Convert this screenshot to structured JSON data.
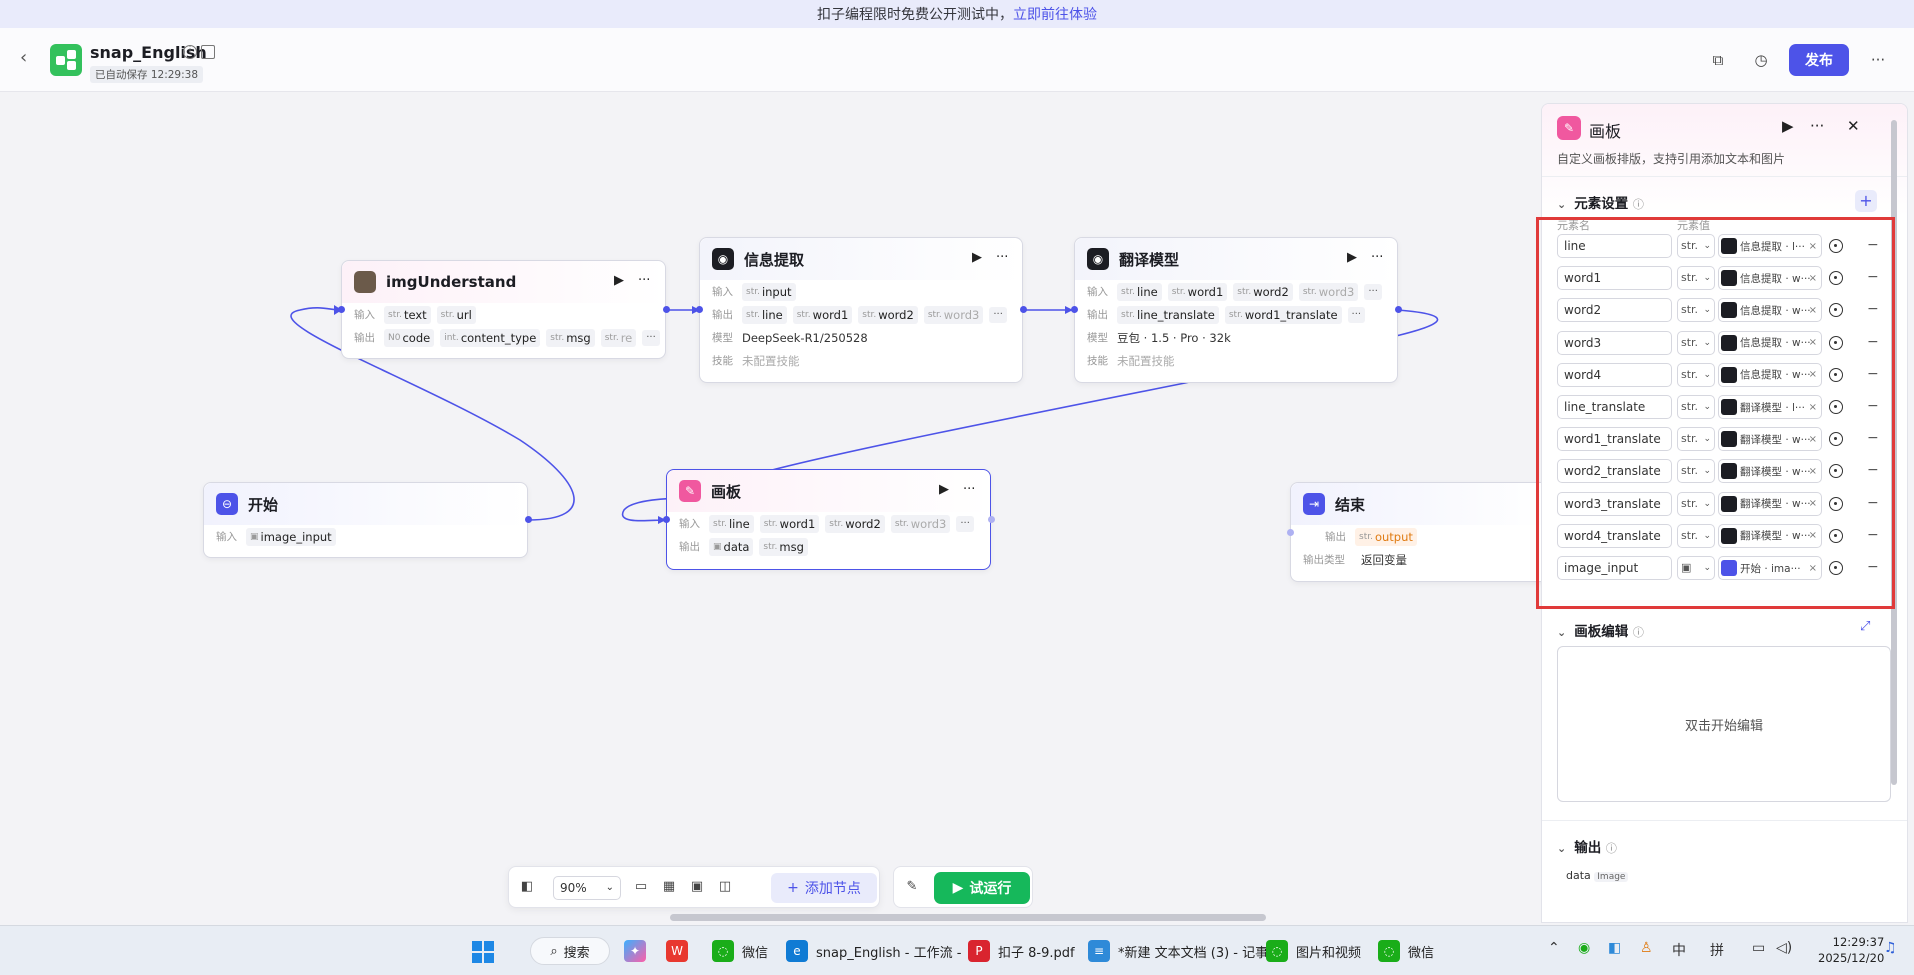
{
  "banner": {
    "text": "扣子编程限时免费公开测试中，",
    "link": "立即前往体验"
  },
  "header": {
    "title": "snap_English",
    "autosave": "已自动保存 12:29:38",
    "publish": "发布"
  },
  "nodes": {
    "img": {
      "title": "imgUnderstand",
      "in_label": "输入",
      "out_label": "输出",
      "inputs": [
        "text",
        "url"
      ],
      "input_types": [
        "str.",
        "str."
      ],
      "outputs": [
        "code",
        "content_type",
        "msg",
        "re"
      ],
      "output_types": [
        "N0",
        "int.",
        "str.",
        "str."
      ]
    },
    "extract": {
      "title": "信息提取",
      "in_label": "输入",
      "out_label": "输出",
      "model_label": "模型",
      "skill_label": "技能",
      "inputs": [
        "input"
      ],
      "outputs": [
        "line",
        "word1",
        "word2",
        "word3"
      ],
      "model": "DeepSeek-R1/250528",
      "skill": "未配置技能"
    },
    "translate": {
      "title": "翻译模型",
      "in_label": "输入",
      "out_label": "输出",
      "model_label": "模型",
      "skill_label": "技能",
      "inputs": [
        "line",
        "word1",
        "word2",
        "word3"
      ],
      "outputs": [
        "line_translate",
        "word1_translate"
      ],
      "model": "豆包 · 1.5 · Pro · 32k",
      "skill": "未配置技能"
    },
    "start": {
      "title": "开始",
      "in_label": "输入",
      "inputs": [
        "image_input"
      ]
    },
    "canvas": {
      "title": "画板",
      "in_label": "输入",
      "out_label": "输出",
      "inputs": [
        "line",
        "word1",
        "word2",
        "word3"
      ],
      "outputs": [
        "data",
        "msg"
      ]
    },
    "end": {
      "title": "结束",
      "out_label": "输出",
      "out_type_label": "输出类型",
      "output": "output",
      "out_type": "返回变量"
    }
  },
  "panel": {
    "title": "画板",
    "desc": "自定义画板排版，支持引用添加文本和图片",
    "section_elements": "元素设置",
    "col_name": "元素名",
    "col_value": "元素值",
    "elements": [
      {
        "name": "line",
        "type": "str.",
        "value": "信息提取 · l···",
        "src": "node"
      },
      {
        "name": "word1",
        "type": "str.",
        "value": "信息提取 · w···",
        "src": "node"
      },
      {
        "name": "word2",
        "type": "str.",
        "value": "信息提取 · w···",
        "src": "node"
      },
      {
        "name": "word3",
        "type": "str.",
        "value": "信息提取 · w···",
        "src": "node"
      },
      {
        "name": "word4",
        "type": "str.",
        "value": "信息提取 · w···",
        "src": "node"
      },
      {
        "name": "line_translate",
        "type": "str.",
        "value": "翻译模型 · l···",
        "src": "node"
      },
      {
        "name": "word1_translate",
        "type": "str.",
        "value": "翻译模型 · w···",
        "src": "node"
      },
      {
        "name": "word2_translate",
        "type": "str.",
        "value": "翻译模型 · w···",
        "src": "node"
      },
      {
        "name": "word3_translate",
        "type": "str.",
        "value": "翻译模型 · w···",
        "src": "node"
      },
      {
        "name": "word4_translate",
        "type": "str.",
        "value": "翻译模型 · w···",
        "src": "node"
      },
      {
        "name": "image_input",
        "type": "",
        "value": "开始 · ima···",
        "src": "start"
      }
    ],
    "section_editor": "画板编辑",
    "editor_hint": "双击开始编辑",
    "section_output": "输出",
    "output_item": "data",
    "output_item_type": "Image"
  },
  "toolbar": {
    "zoom": "90%",
    "add_node": "添加节点",
    "try_run": "试运行"
  },
  "taskbar": {
    "search": "搜索",
    "items": [
      "微信",
      "snap_English - 工作流 -",
      "扣子 8-9.pdf",
      "*新建 文本文档 (3) - 记事",
      "图片和视频",
      "微信"
    ],
    "ime1": "中",
    "ime2": "拼",
    "time": "12:29:37",
    "date": "2025/12/20"
  },
  "colors": {
    "accent": "#4d53e8",
    "run": "#16b85b",
    "highlight": "#e03a3a",
    "canvas_node": "#f0589f"
  }
}
